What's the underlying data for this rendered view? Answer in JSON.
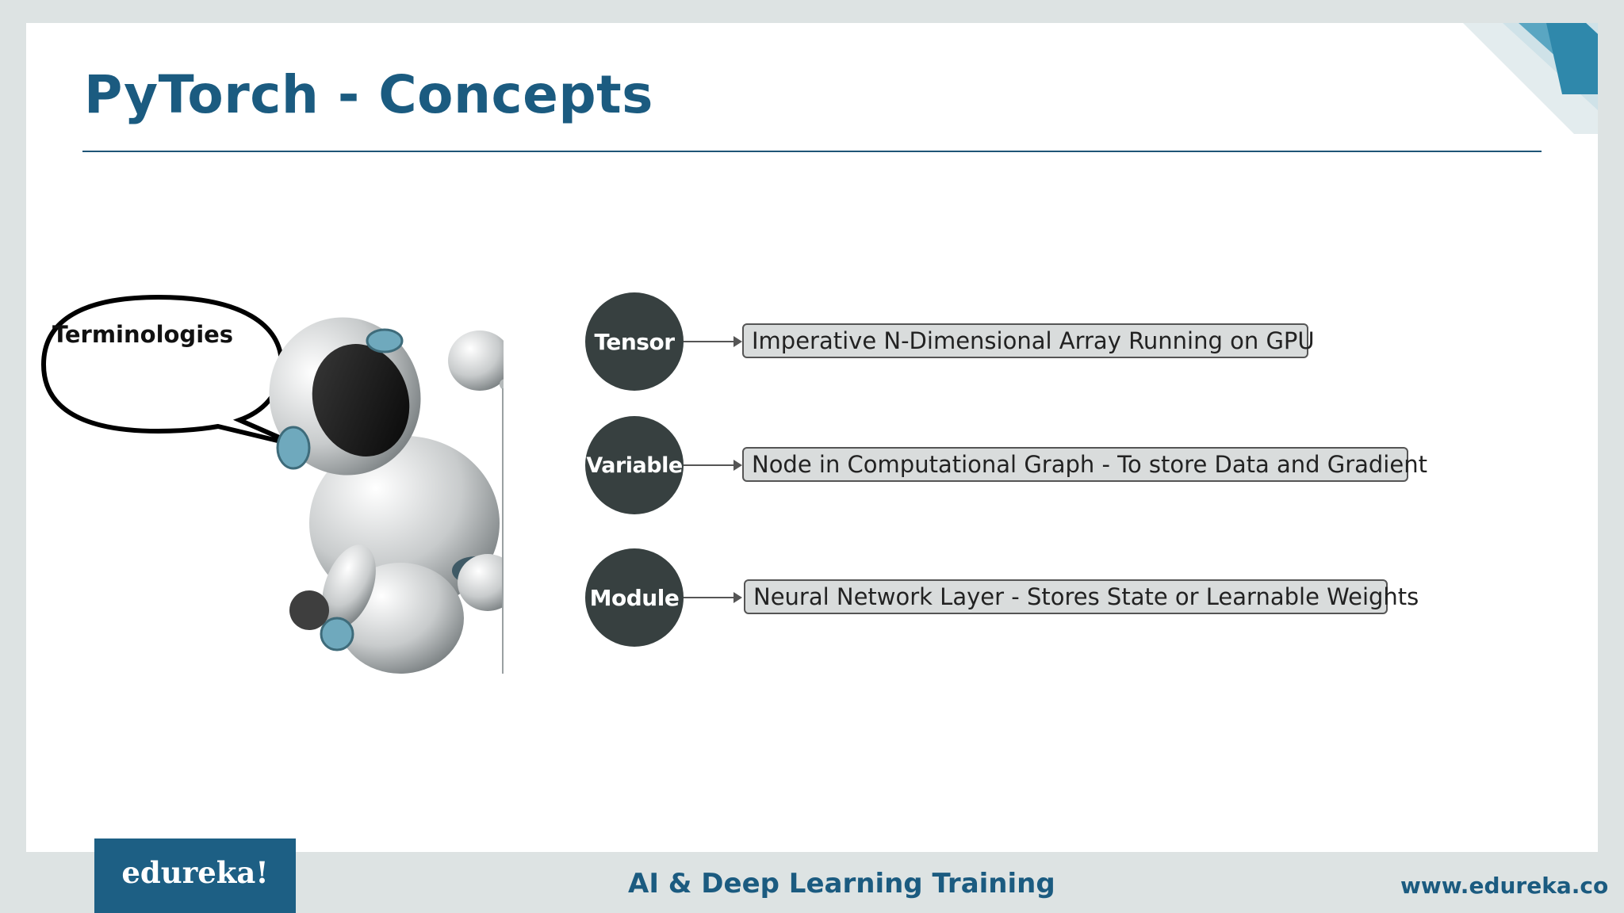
{
  "slide": {
    "title": "PyTorch - Concepts"
  },
  "bubble": {
    "text": "Terminologies"
  },
  "concepts": [
    {
      "term": "Tensor",
      "definition": "Imperative N-Dimensional Array Running on GPU"
    },
    {
      "term": "Variable",
      "definition": "Node in Computational Graph - To store Data and Gradient"
    },
    {
      "term": "Module",
      "definition": "Neural Network Layer - Stores State or Learnable Weights"
    }
  ],
  "footer": {
    "brand": "edureka!",
    "course": "AI & Deep Learning Training",
    "url": "www.edureka.co"
  },
  "colors": {
    "accent": "#1b5b80",
    "node": "#374040",
    "box": "#d9dcdc"
  }
}
